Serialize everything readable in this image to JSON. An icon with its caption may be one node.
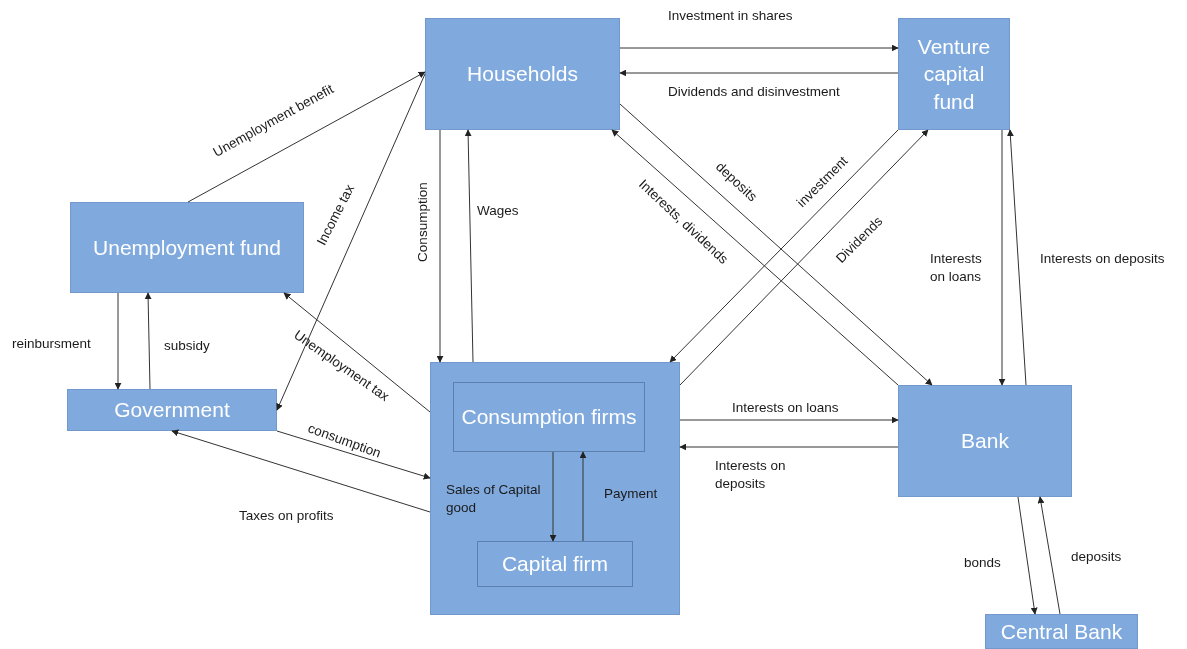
{
  "diagram": {
    "nodes": [
      {
        "text": [
          "Households"
        ]
      },
      {
        "text": [
          "Venture capital fund"
        ]
      },
      {
        "text": [
          "Unemployment fund"
        ]
      },
      {
        "text": [
          "Government"
        ]
      },
      {
        "text": [],
        "shape": "box"
      },
      {
        "text": [
          "Consumption firms"
        ],
        "in": 4
      },
      {
        "text": [
          "Capital firm"
        ],
        "in": 4
      },
      {
        "text": [
          "Bank"
        ]
      },
      {
        "text": [
          "Central Bank"
        ]
      }
    ],
    "edges": [
      {
        "from": 0,
        "to": 1,
        "arrow": "to",
        "label": "Investment in shares"
      },
      {
        "from": 1,
        "to": 0,
        "arrow": "to",
        "label": "Dividends and disinvestment"
      },
      {
        "from": 2,
        "to": 0,
        "arrow": "to",
        "label": "Unemployment benefit"
      },
      {
        "from": 0,
        "to": 3,
        "arrow": "to",
        "label": "Income tax"
      },
      {
        "from": 0,
        "to": 4,
        "arrow": "to",
        "label": "Consumption"
      },
      {
        "from": 4,
        "to": 0,
        "arrow": "to",
        "label": "Wages"
      },
      {
        "from": 7,
        "to": 0,
        "arrow": "to",
        "label": "Interests, dividends"
      },
      {
        "from": 0,
        "to": 7,
        "arrow": "to",
        "label": "deposits"
      },
      {
        "from": 1,
        "to": 4,
        "arrow": "to",
        "label": "investment"
      },
      {
        "from": 4,
        "to": 1,
        "arrow": "to",
        "label": "Dividends"
      },
      {
        "from": 1,
        "to": 7,
        "arrow": "to",
        "label": "Interests on loans"
      },
      {
        "from": 7,
        "to": 1,
        "arrow": "to",
        "label": "Interests on deposits"
      },
      {
        "from": 2,
        "to": 3,
        "arrow": "to",
        "label": "reinbursment"
      },
      {
        "from": 3,
        "to": 2,
        "arrow": "to",
        "label": "subsidy"
      },
      {
        "from": 4,
        "to": 2,
        "arrow": "to",
        "label": "Unemployment tax"
      },
      {
        "from": 3,
        "to": 4,
        "arrow": "to",
        "label": "consumption"
      },
      {
        "from": 4,
        "to": 3,
        "arrow": "to",
        "label": "Taxes on profits"
      },
      {
        "from": 4,
        "to": 7,
        "arrow": "to",
        "label": "Interests on loans"
      },
      {
        "from": 7,
        "to": 4,
        "arrow": "to",
        "label": "Interests on deposits"
      },
      {
        "from": 5,
        "to": 6,
        "arrow": "to",
        "label": "Sales of Capital good"
      },
      {
        "from": 6,
        "to": 5,
        "arrow": "to",
        "label": "Payment"
      },
      {
        "from": 7,
        "to": 8,
        "arrow": "to",
        "label": "bonds"
      },
      {
        "from": 8,
        "to": 7,
        "arrow": "to",
        "label": "deposits"
      }
    ]
  }
}
